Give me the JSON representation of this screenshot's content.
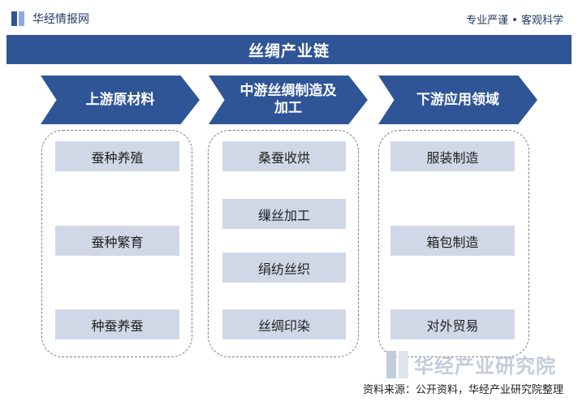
{
  "header": {
    "brand": "华经情报网",
    "slogan": "专业严谨 • 客观科学"
  },
  "title": "丝绸产业链",
  "stages": [
    {
      "label": "上游原材料",
      "items": [
        "蚕种养殖",
        "蚕种繁育",
        "种蚕养蚕"
      ]
    },
    {
      "label": "中游丝绸制造及加工",
      "items": [
        "桑蚕收烘",
        "缫丝加工",
        "绢纺丝织",
        "丝绸印染"
      ]
    },
    {
      "label": "下游应用领域",
      "items": [
        "服装制造",
        "箱包制造",
        "对外贸易"
      ]
    }
  ],
  "watermark": "华经产业研究院",
  "source": "资料来源：公开资料，华经产业研究院整理",
  "colors": {
    "primary": "#2f5597",
    "item_fill": "#d0d8e8",
    "dash_border": "#7f7f7f"
  }
}
